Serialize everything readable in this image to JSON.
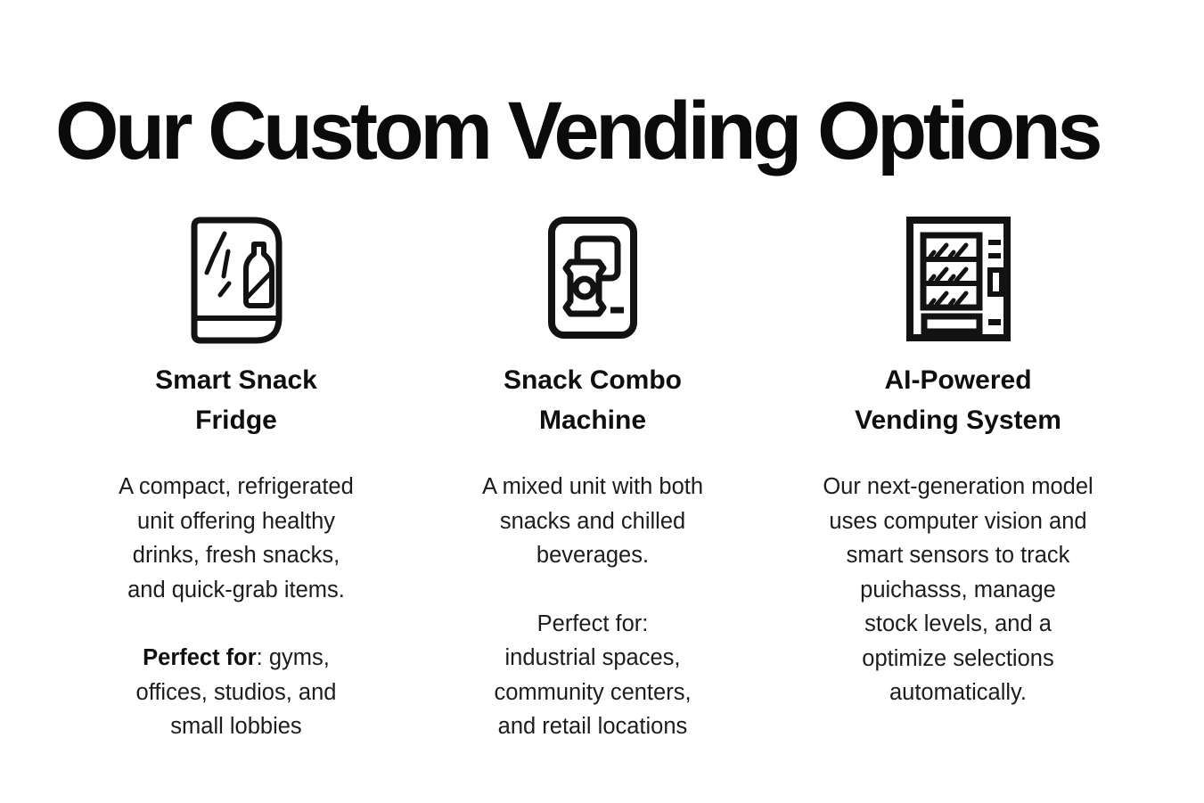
{
  "page": {
    "background_color": "#ffffff",
    "text_color": "#161616",
    "heading_color": "#0b0b0b",
    "icon_stroke_color": "#121212"
  },
  "header": {
    "title": "Our Custom Vending Options"
  },
  "cards": [
    {
      "icon": "smart-fridge-icon",
      "title_lines": [
        "Smart Snack",
        "Fridge"
      ],
      "description_lines": [
        "A compact, refrigerated",
        "unit offering healthy",
        "drinks, fresh snacks,",
        "and quick-grab items."
      ],
      "perfect_for_bold": "Perfect for",
      "perfect_for_rest_lines": [
        ": gyms,",
        "offices, studios, and",
        "small lobbies"
      ]
    },
    {
      "icon": "combo-machine-icon",
      "title_lines": [
        "Snack Combo",
        "Machine"
      ],
      "description_lines": [
        "A mixed unit with both",
        "snacks and chilled",
        "beverages."
      ],
      "perfect_for_bold": "",
      "perfect_for_rest_lines": [
        "Perfect for:",
        "industrial spaces,",
        "community centers,",
        "and retail locations"
      ]
    },
    {
      "icon": "ai-vending-machine-icon",
      "title_lines": [
        "AI-Powered",
        "Vending System"
      ],
      "description_lines": [
        "Our next-generation model",
        "uses computer vision and",
        "smart sensors to track",
        "puichasss, manage",
        "stock levels, and a",
        "optimize selections",
        "automatically."
      ]
    }
  ]
}
